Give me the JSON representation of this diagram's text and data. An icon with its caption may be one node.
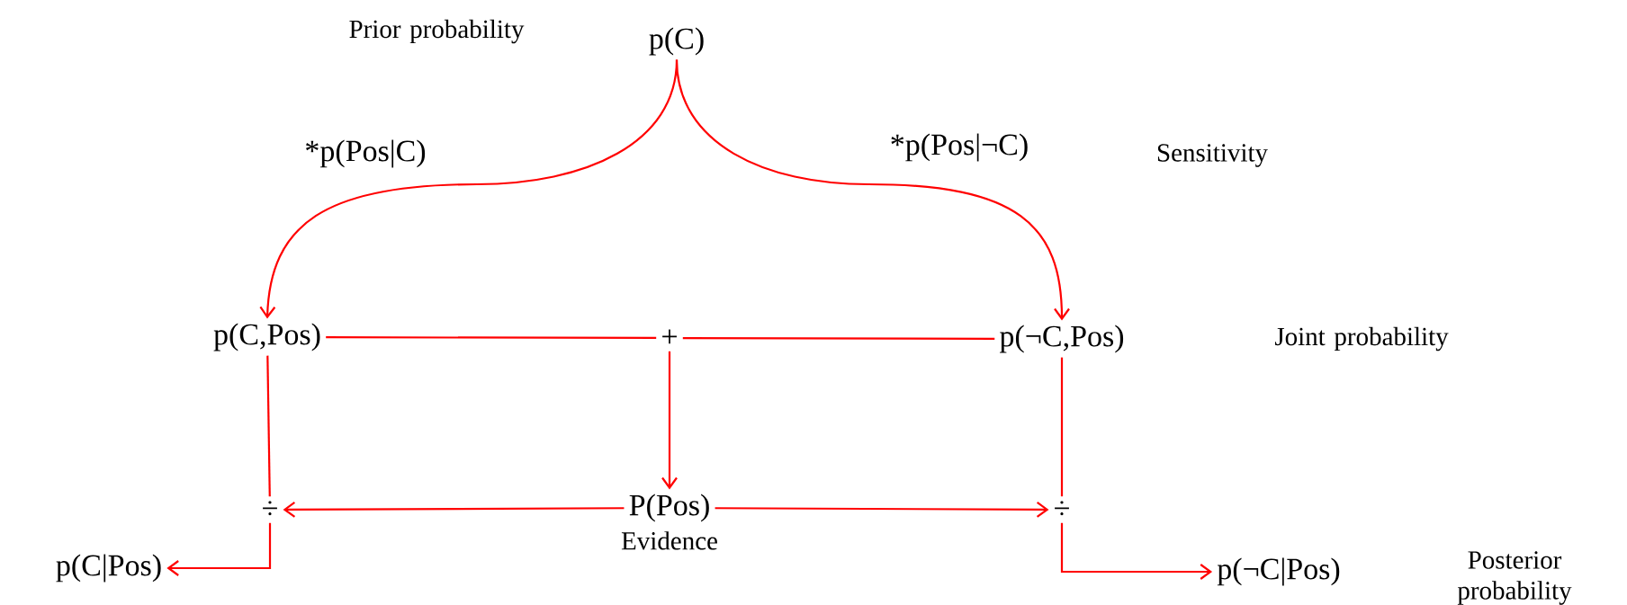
{
  "diagram": {
    "nodes": [
      {
        "text": [
          "p(C)"
        ]
      },
      {
        "text": [
          "p(C,Pos)"
        ]
      },
      {
        "text": [
          "+"
        ]
      },
      {
        "text": [
          "p(¬C,Pos)"
        ]
      },
      {
        "text": [
          "÷"
        ]
      },
      {
        "text": [
          "P(Pos)"
        ],
        "beside": [
          "Evidence"
        ]
      },
      {
        "text": [
          "÷"
        ]
      },
      {
        "text": [
          "p(C|Pos)"
        ]
      },
      {
        "text": [
          "p(¬C|Pos)"
        ]
      }
    ],
    "edges": [
      {
        "from": 0,
        "to": 1,
        "arrow": "to",
        "label": "*p(Pos|C)"
      },
      {
        "from": 0,
        "to": 3,
        "arrow": "to",
        "label": "*p(Pos|¬C)"
      },
      {
        "from": 1,
        "to": 2,
        "arrow": "none"
      },
      {
        "from": 2,
        "to": 3,
        "arrow": "none"
      },
      {
        "from": 2,
        "to": 5,
        "arrow": "to"
      },
      {
        "from": 1,
        "to": 4,
        "arrow": "none"
      },
      {
        "from": 3,
        "to": 6,
        "arrow": "none"
      },
      {
        "from": 5,
        "to": 4,
        "arrow": "to"
      },
      {
        "from": 5,
        "to": 6,
        "arrow": "to"
      },
      {
        "from": 4,
        "to": 7,
        "arrow": "to"
      },
      {
        "from": 6,
        "to": 8,
        "arrow": "to"
      }
    ],
    "labels": [
      "Prior probability",
      "Sensitivity",
      "Joint probability",
      "Posterior probability"
    ]
  }
}
